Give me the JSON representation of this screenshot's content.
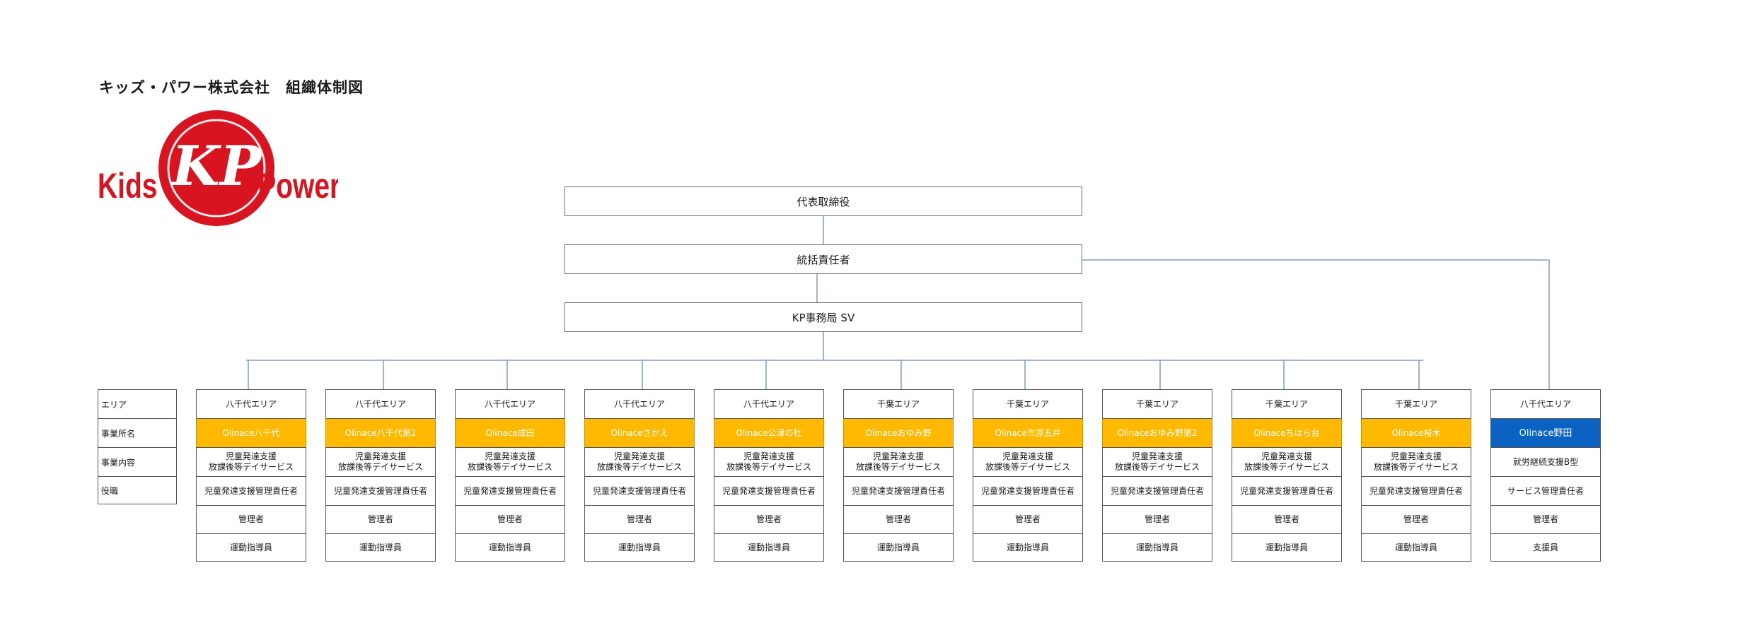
{
  "title": "キッズ・パワー株式会社　組織体制図",
  "logo": {
    "left_text": "Kids",
    "right_text": "Power",
    "monogram": "KP",
    "color": "#d7141f"
  },
  "top_boxes": {
    "ceo": "代表取締役",
    "general": "統括責任者",
    "office": "KP事務局 SV"
  },
  "row_headers": [
    "エリア",
    "事業所名",
    "事業内容",
    "役職"
  ],
  "colors": {
    "orange": "#ffb900",
    "blue": "#0a63c2",
    "line": "#7e9cc0"
  },
  "facilities": [
    {
      "area": "八千代エリア",
      "name": "Olinace八千代",
      "service": [
        "児童発達支援",
        "放課後等デイサービス"
      ],
      "roles": [
        "児童発達支援管理責任者",
        "管理者",
        "運動指導員"
      ]
    },
    {
      "area": "八千代エリア",
      "name": "Olinace八千代第2",
      "service": [
        "児童発達支援",
        "放課後等デイサービス"
      ],
      "roles": [
        "児童発達支援管理責任者",
        "管理者",
        "運動指導員"
      ]
    },
    {
      "area": "八千代エリア",
      "name": "Olinace成田",
      "service": [
        "児童発達支援",
        "放課後等デイサービス"
      ],
      "roles": [
        "児童発達支援管理責任者",
        "管理者",
        "運動指導員"
      ]
    },
    {
      "area": "八千代エリア",
      "name": "Olinaceさかえ",
      "service": [
        "児童発達支援",
        "放課後等デイサービス"
      ],
      "roles": [
        "児童発達支援管理責任者",
        "管理者",
        "運動指導員"
      ]
    },
    {
      "area": "八千代エリア",
      "name": "Olinace公津の杜",
      "service": [
        "児童発達支援",
        "放課後等デイサービス"
      ],
      "roles": [
        "児童発達支援管理責任者",
        "管理者",
        "運動指導員"
      ]
    },
    {
      "area": "千葉エリア",
      "name": "Olinaceおゆみ野",
      "service": [
        "児童発達支援",
        "放課後等デイサービス"
      ],
      "roles": [
        "児童発達支援管理責任者",
        "管理者",
        "運動指導員"
      ]
    },
    {
      "area": "千葉エリア",
      "name": "Olinace市原五井",
      "service": [
        "児童発達支援",
        "放課後等デイサービス"
      ],
      "roles": [
        "児童発達支援管理責任者",
        "管理者",
        "運動指導員"
      ]
    },
    {
      "area": "千葉エリア",
      "name": "Olinaceおゆみ野第2",
      "service": [
        "児童発達支援",
        "放課後等デイサービス"
      ],
      "roles": [
        "児童発達支援管理責任者",
        "管理者",
        "運動指導員"
      ]
    },
    {
      "area": "千葉エリア",
      "name": "Olinaceちはら台",
      "service": [
        "児童発達支援",
        "放課後等デイサービス"
      ],
      "roles": [
        "児童発達支援管理責任者",
        "管理者",
        "運動指導員"
      ]
    },
    {
      "area": "千葉エリア",
      "name": "Olinace桜木",
      "service": [
        "児童発達支援",
        "放課後等デイサービス"
      ],
      "roles": [
        "児童発達支援管理責任者",
        "管理者",
        "運動指導員"
      ]
    },
    {
      "area": "八千代エリア",
      "name": "Olinace野田",
      "service": [
        "就労継続支援B型"
      ],
      "roles": [
        "サービス管理責任者",
        "管理者",
        "支援員"
      ],
      "style": "blue"
    }
  ]
}
